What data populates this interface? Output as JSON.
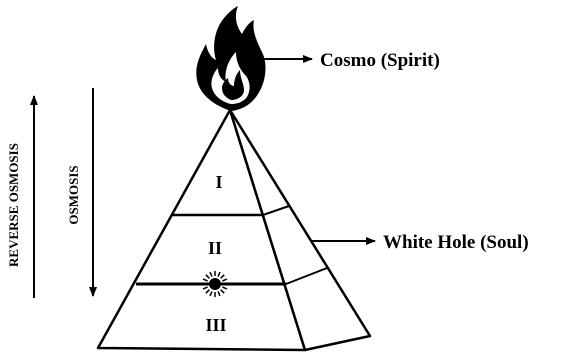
{
  "labels": {
    "top": "Cosmo (Spirit)",
    "side": "White Hole (Soul)",
    "osmosis": "OSMOSIS",
    "reverse_osmosis": "REVERSE OSMOSIS"
  },
  "levels": [
    "I",
    "II",
    "III"
  ],
  "icons": {
    "flame": "flame-icon",
    "sun": "sun-burst-icon"
  },
  "colors": {
    "ink": "#000000",
    "background": "#ffffff"
  }
}
